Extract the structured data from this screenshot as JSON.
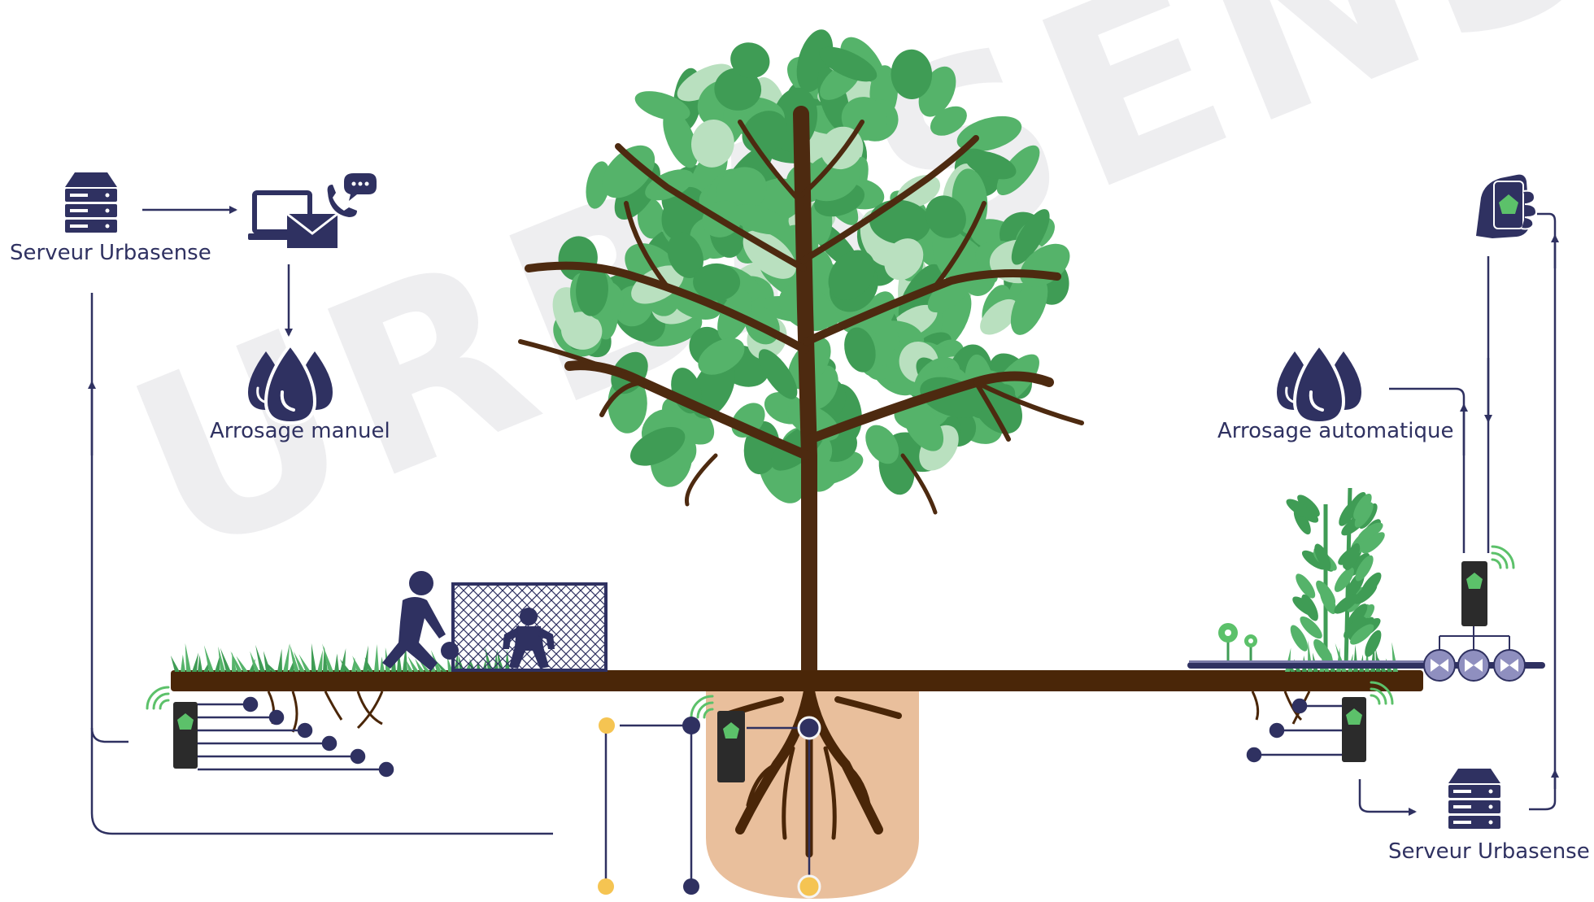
{
  "watermark": "URBASENSE",
  "labels": {
    "server_left": "Serveur Urbasense",
    "manual_watering": "Arrosage manuel",
    "auto_watering": "Arrosage automatique",
    "server_right": "Serveur Urbasense"
  },
  "colors": {
    "navy": "#2f3161",
    "soil": "#4a2608",
    "trunk": "#4d2a10",
    "leaf": "#55b36a",
    "leaf_dark": "#3f9c55",
    "leaf_light": "#b9e0bf",
    "pit": "#e9bf9c",
    "probe_yellow": "#f5c452",
    "wifi_green": "#5cc16a",
    "sensor": "#2b2b2b"
  },
  "icons": {
    "server": "server-icon",
    "notification": "computer-mail-phone-icon",
    "water": "water-drops-icon",
    "hand_device": "hand-sensor-icon",
    "valve": "valve-icon"
  }
}
